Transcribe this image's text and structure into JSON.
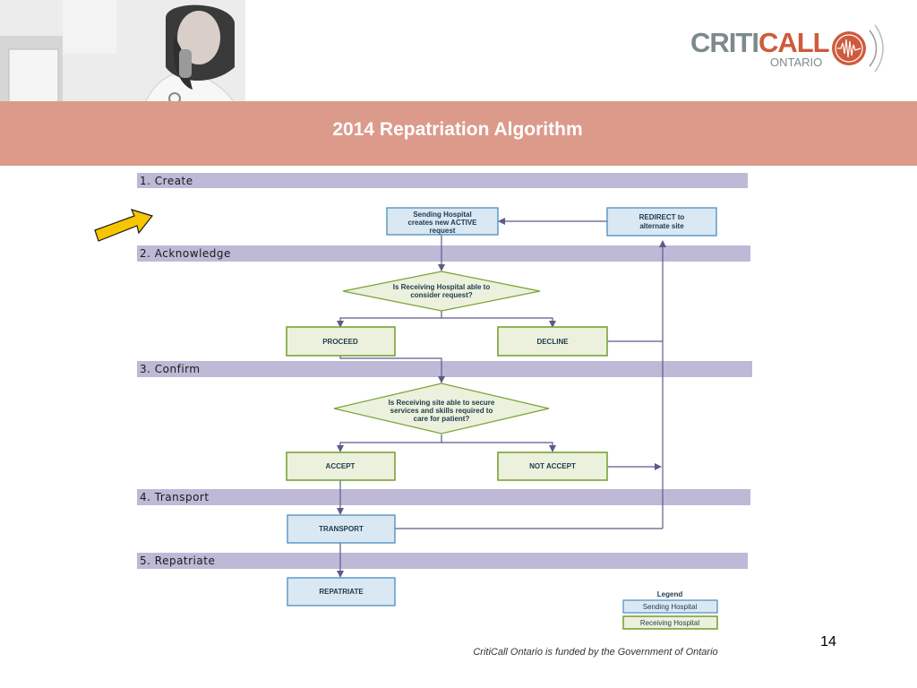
{
  "slide": {
    "title": "2014 Repatriation Algorithm",
    "page_number": "14",
    "footer": "CritiCall Ontario is funded by the Government of Ontario"
  },
  "logo": {
    "word_part1": "CRITI",
    "word_part2": "CALL",
    "subtitle": "ONTARIO"
  },
  "colors": {
    "band": "#dc9a8b",
    "stage_bar": "#bdb9d6",
    "sending_fill": "#d9e8f3",
    "sending_border": "#4a8cc0",
    "receiving_fill": "#ebf1dc",
    "receiving_border": "#7aa336",
    "arrow_line": "#5b5b8c",
    "pointer_arrow": "#f7c600"
  },
  "stages": [
    {
      "label": "1.  Create"
    },
    {
      "label": "2.  Acknowledge"
    },
    {
      "label": "3.  Confirm"
    },
    {
      "label": "4.  Transport"
    },
    {
      "label": "5.  Repatriate"
    }
  ],
  "boxes": {
    "sending_create": [
      "Sending Hospital",
      "creates new  ACTIVE",
      "request"
    ],
    "redirect": [
      "REDIRECT to",
      "alternate site"
    ],
    "decision1": [
      "Is Receiving Hospital able to",
      "consider request?"
    ],
    "proceed": [
      "PROCEED"
    ],
    "decline": [
      "DECLINE"
    ],
    "decision2": [
      "Is Receiving site able to secure",
      "services and skills required to",
      "care for patient?"
    ],
    "accept": [
      "ACCEPT"
    ],
    "not_accept": [
      "NOT ACCEPT"
    ],
    "transport": [
      "TRANSPORT"
    ],
    "repatriate": [
      "REPATRIATE"
    ]
  },
  "legend": {
    "title": "Legend",
    "sending": "Sending Hospital",
    "receiving": "Receiving Hospital"
  }
}
